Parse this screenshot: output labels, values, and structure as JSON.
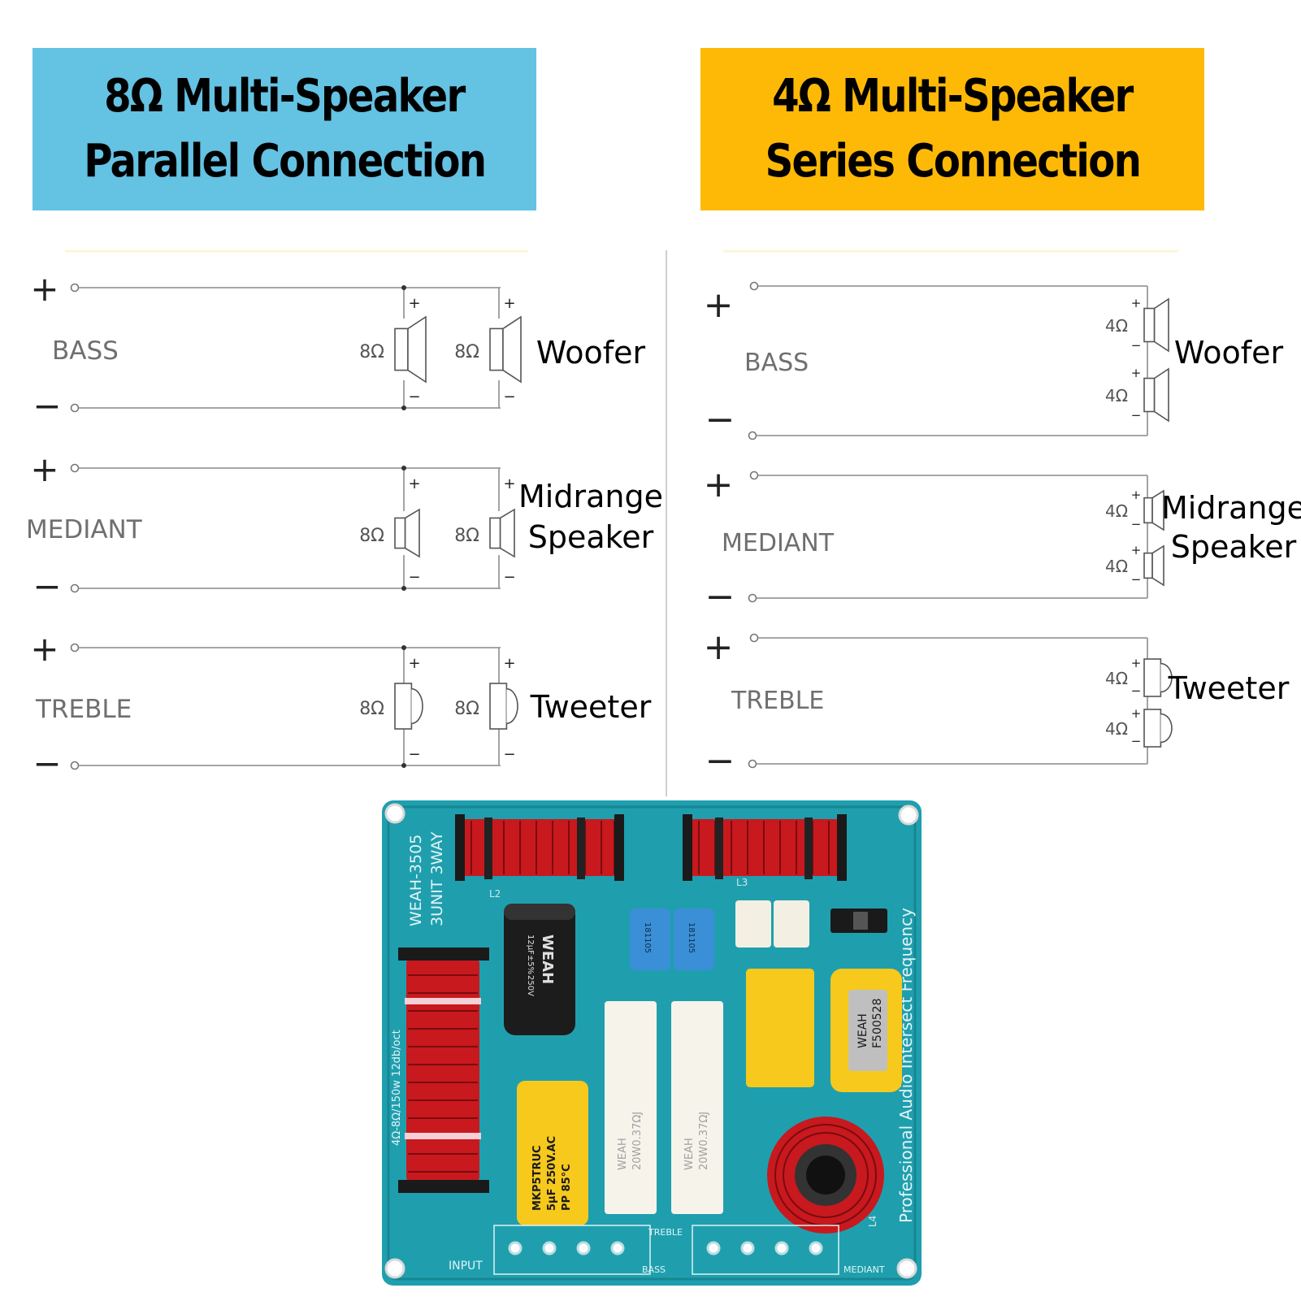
{
  "left_banner": {
    "line1": "8Ω Multi-Speaker",
    "line2": "Parallel Connection",
    "color": "#64C2E3"
  },
  "right_banner": {
    "line1": "4Ω Multi-Speaker",
    "line2": "Series Connection",
    "color": "#FDB906"
  },
  "symbols": {
    "plus": "+",
    "minus": "−"
  },
  "parallel": {
    "bass": {
      "label": "BASS",
      "imp1": "8Ω",
      "imp2": "8Ω",
      "name": [
        "Woofer"
      ]
    },
    "mediant": {
      "label": "MEDIANT",
      "imp1": "8Ω",
      "imp2": "8Ω",
      "name": [
        "Midrange",
        "Speaker"
      ]
    },
    "treble": {
      "label": "TREBLE",
      "imp1": "8Ω",
      "imp2": "8Ω",
      "name": [
        "Tweeter"
      ]
    }
  },
  "series": {
    "bass": {
      "label": "BASS",
      "imp1": "4Ω",
      "imp2": "4Ω",
      "name": [
        "Woofer"
      ]
    },
    "mediant": {
      "label": "MEDIANT",
      "imp1": "4Ω",
      "imp2": "4Ω",
      "name": [
        "Midrange",
        "Speaker"
      ]
    },
    "treble": {
      "label": "TREBLE",
      "imp1": "4Ω",
      "imp2": "4Ω",
      "name": [
        "Tweeter"
      ]
    }
  },
  "board": {
    "model_line1": "WEAH-3505",
    "model_line2": "3UNIT 3WAY",
    "spec": "4Ω-8Ω/150w 12db/oct",
    "side_text": "Professional Audio Intersect Frequency",
    "labels": {
      "l2": "L2",
      "l3": "L3",
      "l4": "L4",
      "input": "INPUT",
      "treble": "TREBLE",
      "bass": "BASS",
      "mediant": "MEDIANT"
    },
    "cap1_lines": [
      "12μF±5%",
      "250V",
      "WEAH"
    ],
    "cap2_lines": [
      "MKP5TRUC",
      "5μF 250V.AC",
      "PP 85°C"
    ],
    "cap3_lines": [
      "WEAH",
      "F500528"
    ],
    "blue_cap_code": "181105",
    "resistor_lines": [
      "WEAH",
      "20W0.37ΩJ"
    ]
  }
}
